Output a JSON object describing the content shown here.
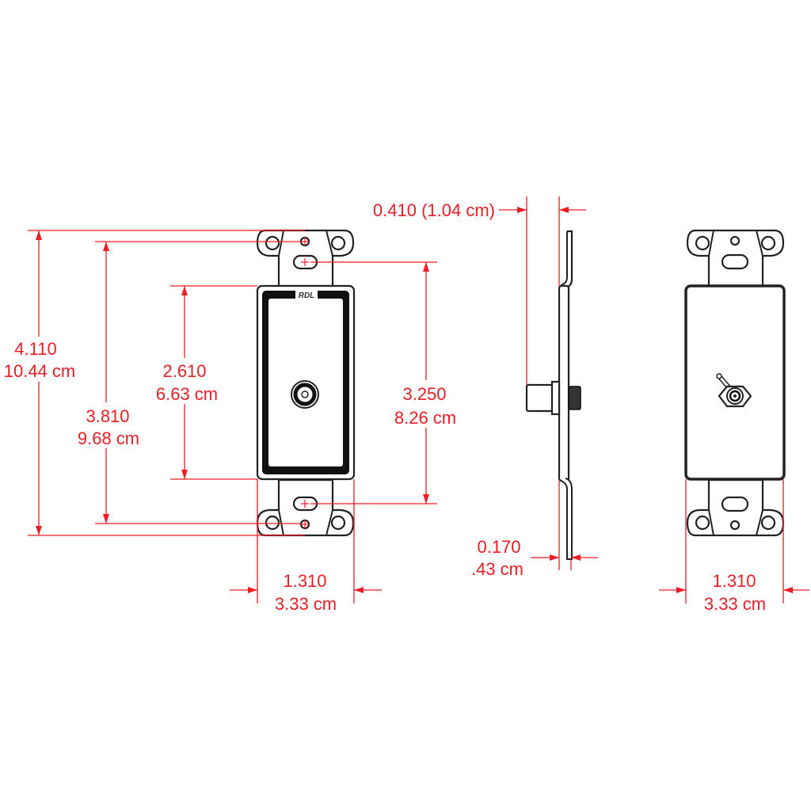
{
  "logo_text": "RDL",
  "colors": {
    "dimension": "#ee1c24",
    "outline": "#222222"
  },
  "dimensions": {
    "overall_height": {
      "inch": "4.110",
      "cm": "10.44 cm"
    },
    "mount_hole_spacing": {
      "inch": "3.810",
      "cm": "9.68 cm"
    },
    "body_height": {
      "inch": "2.610",
      "cm": "6.63 cm"
    },
    "slot_spacing": {
      "inch": "3.250",
      "cm": "8.26 cm"
    },
    "front_width": {
      "inch": "1.310",
      "cm": "3.33 cm"
    },
    "depth": {
      "label": "0.410 (1.04 cm)"
    },
    "strap_offset": {
      "inch": "0.170",
      "cm": ".43 cm"
    },
    "rear_width": {
      "inch": "1.310",
      "cm": "3.33 cm"
    }
  }
}
